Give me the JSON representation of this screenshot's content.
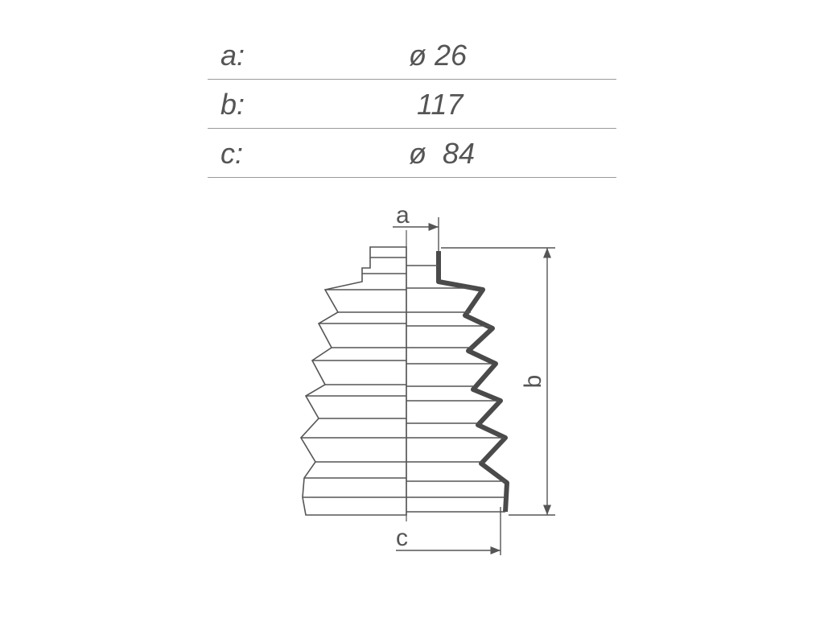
{
  "specs": [
    {
      "key": "a:",
      "value": "ø 26"
    },
    {
      "key": "b:",
      "value": " 117"
    },
    {
      "key": "c:",
      "value": "ø  84"
    }
  ],
  "dimension_labels": {
    "a": "a",
    "b": "b",
    "c": "c"
  },
  "colors": {
    "line": "#555555",
    "outline": "#4a4a4a",
    "fill": "#ffffff"
  }
}
